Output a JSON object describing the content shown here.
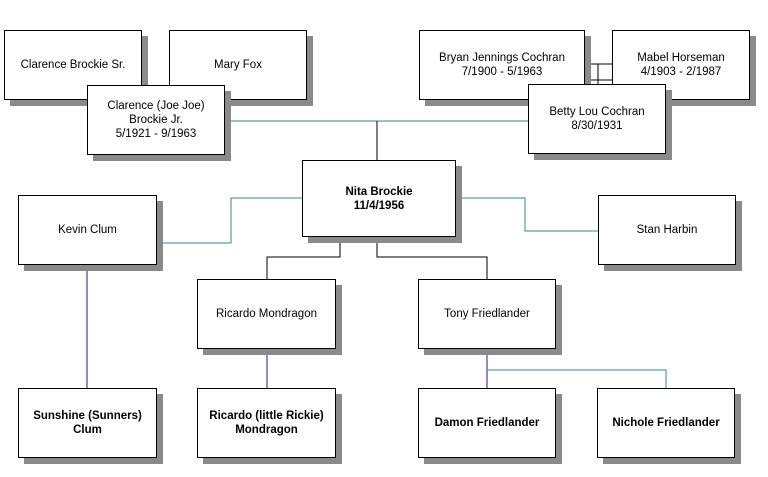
{
  "colors": {
    "line_black": "#000000",
    "line_teal": "#3a8a8a",
    "line_navy": "#1f1f7a",
    "shadow": "#8a8a8a"
  },
  "people": {
    "clarence_sr": "Clarence Brockie Sr.",
    "mary_fox": "Mary Fox",
    "clarence_jr": "Clarence (Joe Joe)\nBrockie Jr.\n5/1921 - 9/1963",
    "bryan": "Bryan Jennings Cochran\n7/1900 - 5/1963",
    "mabel": "Mabel Horseman\n4/1903 - 2/1987",
    "betty": "Betty Lou Cochran\n8/30/1931",
    "nita": "Nita Brockie\n11/4/1956",
    "kevin": "Kevin Clum",
    "stan": "Stan Harbin",
    "ricardo": "Ricardo Mondragon",
    "tony": "Tony Friedlander",
    "sunshine": "Sunshine (Sunners)\nClum",
    "rickie": "Ricardo (little Rickie)\nMondragon",
    "damon": "Damon Friedlander",
    "nichole": "Nichole Friedlander"
  }
}
